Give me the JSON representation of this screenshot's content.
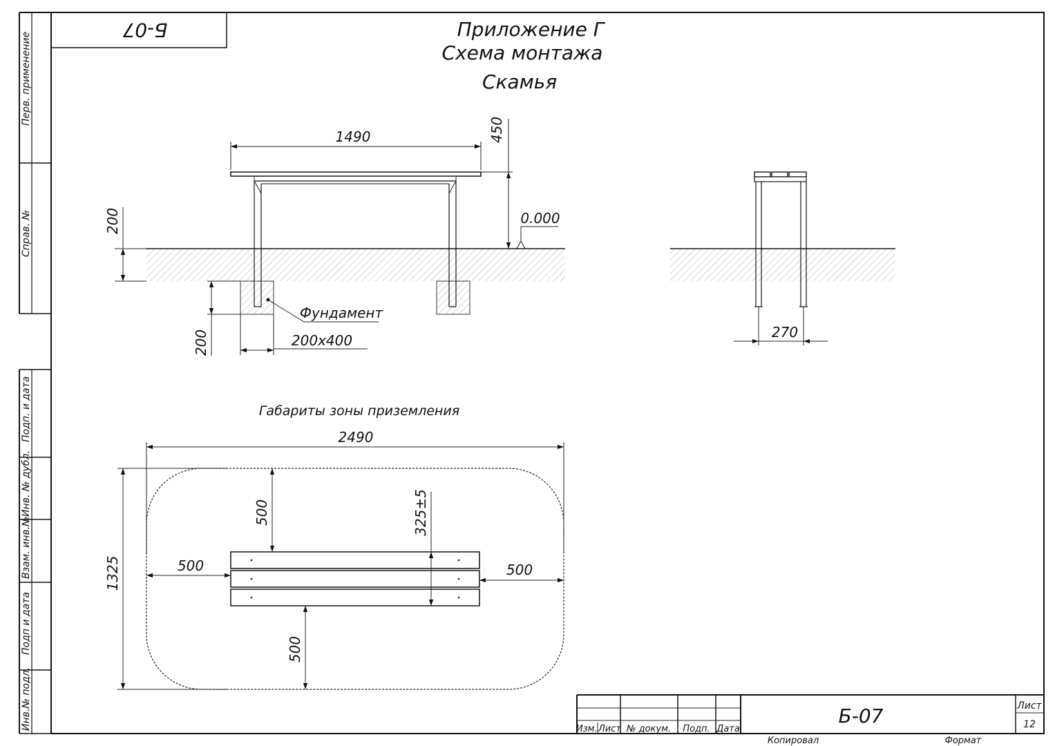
{
  "stamp_top": "Б-07",
  "titles": {
    "line1": "Приложение Г",
    "line2": "Схема монтажа",
    "line3": "Скамья"
  },
  "side_margin": {
    "perv_primenenie": "Перв. применение",
    "sprav_no": "Справ. №",
    "podp_i_data_1": "Подп. и дата",
    "inv_no_dubl": "Инв. № дубл.",
    "vzam_inv_no": "Взам. инв.№",
    "podp_i_data_2": "Подп и дата",
    "inv_no_podl": "Инв.№ подл."
  },
  "front_view": {
    "dim_length": "1490",
    "dim_height": "450",
    "dim_soil": "200",
    "level_mark": "0.000",
    "dim_foundation_depth": "200",
    "foundation_label": "Фундамент",
    "foundation_size": "200x400"
  },
  "side_view": {
    "dim_width": "270"
  },
  "landing_zone": {
    "title": "Габариты зоны приземления",
    "dim_total_length": "2490",
    "dim_total_width": "1325",
    "dim_top": "500",
    "dim_bottom": "500",
    "dim_left": "500",
    "dim_right": "500",
    "dim_seat": "325±5"
  },
  "title_block": {
    "col_izm_list": "Изм.",
    "col_list": "Лист",
    "col_doc_no": "№ докум.",
    "col_podp": "Подп.",
    "col_data": "Дата",
    "designation": "Б-07",
    "sheet_label": "Лист",
    "sheet_no": "12",
    "copied": "Копировал",
    "format": "Формат"
  }
}
